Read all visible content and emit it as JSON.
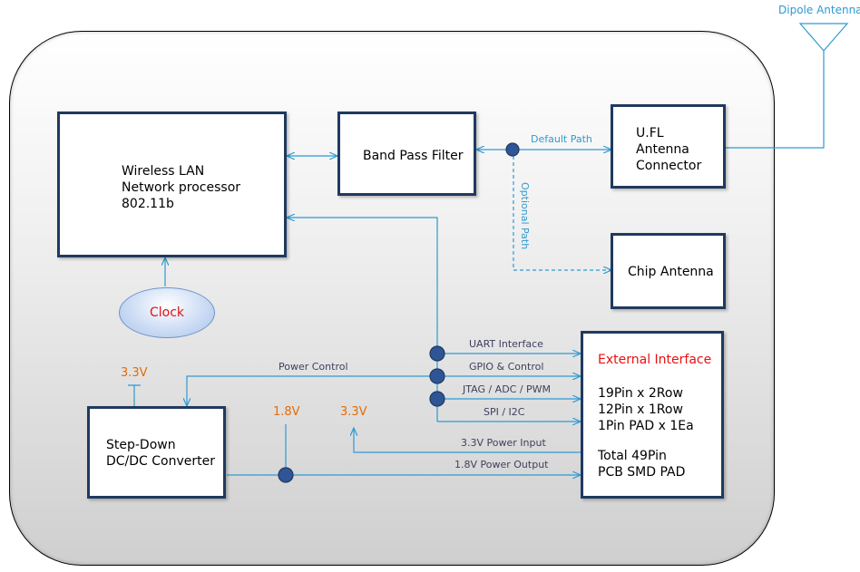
{
  "diagram": {
    "blocks": {
      "wlan": "Wireless LAN\nNetwork processor\n802.11b",
      "bpf": "Band Pass Filter",
      "ufl": "U.FL\nAntenna\nConnector",
      "chip_antenna": "Chip Antenna",
      "step_down": "Step-Down\nDC/DC Converter",
      "clock": "Clock",
      "external_title": "External Interface",
      "external_pins": "19Pin x 2Row\n12Pin x 1Row\n1Pin PAD x 1Ea",
      "external_total": "Total 49Pin\nPCB SMD PAD"
    },
    "labels": {
      "dipole": "Dipole Antenna",
      "default_path": "Default Path",
      "optional_path": "Optional Path",
      "power_control": "Power Control",
      "uart": "UART Interface",
      "gpio": "GPIO & Control",
      "jtag": "JTAG / ADC / PWM",
      "spi": "SPI / I2C",
      "power_input": "3.3V Power Input",
      "power_output": "1.8V Power Output",
      "v33_left": "3.3V",
      "v18": "1.8V",
      "v33_mid": "3.3V"
    },
    "colors": {
      "block_border": "#1f3a5f",
      "wire": "#2e9ad3",
      "voltage": "#e36c0a",
      "highlight": "#e81010",
      "node_fill": "#2f5597"
    }
  }
}
